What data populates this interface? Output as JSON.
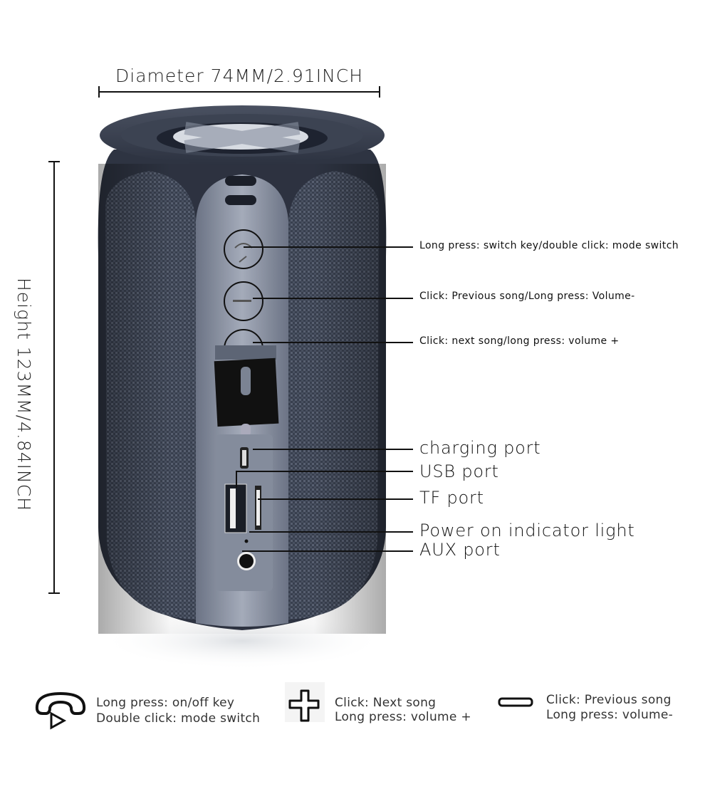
{
  "dimensions": {
    "diameter": "Diameter 74MM/2.91INCH",
    "height": "Height 123MM/4.84INCH"
  },
  "product": {
    "name": "cylindrical bluetooth speaker",
    "body_color": "#3b4252",
    "panel_color": "#8e96a6"
  },
  "button_callouts": [
    {
      "id": "power",
      "text": "Long press: switch key/double click: mode switch"
    },
    {
      "id": "minus",
      "text": "Click: Previous song/Long press: Volume-"
    },
    {
      "id": "plus",
      "text": "Click: next song/long press: volume +"
    }
  ],
  "port_callouts": [
    {
      "id": "charging",
      "text": "charging port"
    },
    {
      "id": "usb",
      "text": "USB port"
    },
    {
      "id": "tf",
      "text": "TF port"
    },
    {
      "id": "indicator",
      "text": "Power on indicator light"
    },
    {
      "id": "aux",
      "text": "AUX port"
    }
  ],
  "legend": [
    {
      "icon": "phone-icon",
      "line1": "Long press: on/off key",
      "line2": "Double click: mode switch"
    },
    {
      "icon": "plus-icon",
      "line1": "Click: Next song",
      "line2": "Long press: volume +"
    },
    {
      "icon": "minus-icon",
      "line1": "Click: Previous song",
      "line2": "Long press: volume-"
    }
  ]
}
